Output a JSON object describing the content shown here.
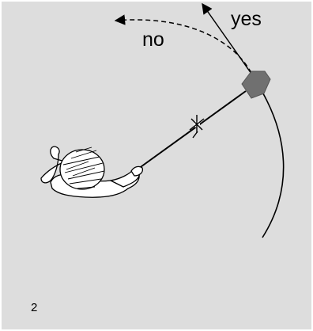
{
  "labels": {
    "yes": "yes",
    "no": "no"
  },
  "page_number": "2",
  "colors": {
    "background": "#dddddd",
    "ink": "#000000",
    "obstacle": "#707070",
    "flash": "#ffffff"
  }
}
